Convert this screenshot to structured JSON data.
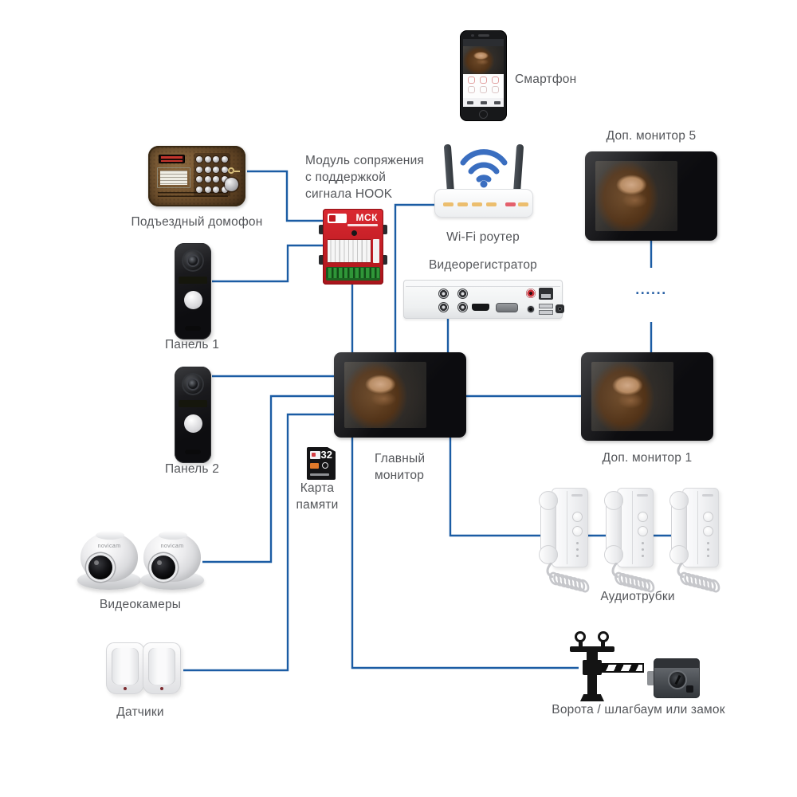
{
  "colors": {
    "wire": "#1b5ca4",
    "label_text": "#54565a",
    "module_red": "#c6222a",
    "wifi_blue": "#3a6ec0"
  },
  "nodes": {
    "smartphone": {
      "label": "Смартфон"
    },
    "entrance_intercom": {
      "label": "Подъездный домофон"
    },
    "hook_module": {
      "label_lines": [
        "Модуль сопряжения",
        "с поддержкой",
        "сигнала HOOK"
      ],
      "badge": "МСК"
    },
    "wifi_router": {
      "label": "Wi-Fi роутер"
    },
    "dvr": {
      "label": "Видеорегистратор"
    },
    "extra_monitor5": {
      "label": "Доп. монитор 5"
    },
    "panel1": {
      "label": "Панель 1"
    },
    "panel2": {
      "label": "Панель 2"
    },
    "main_monitor": {
      "label_lines": [
        "Главный",
        "монитор"
      ]
    },
    "extra_monitor1": {
      "label": "Доп. монитор 1"
    },
    "memory_card": {
      "label_lines": [
        "Карта",
        "памяти"
      ],
      "capacity": "32"
    },
    "cameras": {
      "label": "Видеокамеры",
      "brand": "novicam",
      "count": 2
    },
    "audio_handsets": {
      "label": "Аудиотрубки",
      "count": 3
    },
    "sensors": {
      "label": "Датчики",
      "count": 2
    },
    "gate_lock": {
      "label": "Ворота / шлагбаум или замок"
    }
  },
  "chain": {
    "ellipsis": "......"
  },
  "connections": [
    {
      "from": "entrance_intercom",
      "to": "hook_module"
    },
    {
      "from": "panel1",
      "to": "hook_module"
    },
    {
      "from": "hook_module",
      "to": "main_monitor"
    },
    {
      "from": "wifi_router",
      "to": "main_monitor"
    },
    {
      "from": "dvr",
      "to": "main_monitor"
    },
    {
      "from": "panel2",
      "to": "main_monitor"
    },
    {
      "from": "cameras",
      "to": "main_monitor"
    },
    {
      "from": "sensors",
      "to": "main_monitor"
    },
    {
      "from": "main_monitor",
      "to": "extra_monitor1"
    },
    {
      "from": "main_monitor",
      "to": "audio_handsets"
    },
    {
      "from": "main_monitor",
      "to": "gate_lock"
    },
    {
      "from": "extra_monitor5",
      "to": "extra_monitor1",
      "style": "broken-chain-dots"
    },
    {
      "from": "smartphone",
      "to": "wifi_router",
      "style": "wireless"
    }
  ]
}
